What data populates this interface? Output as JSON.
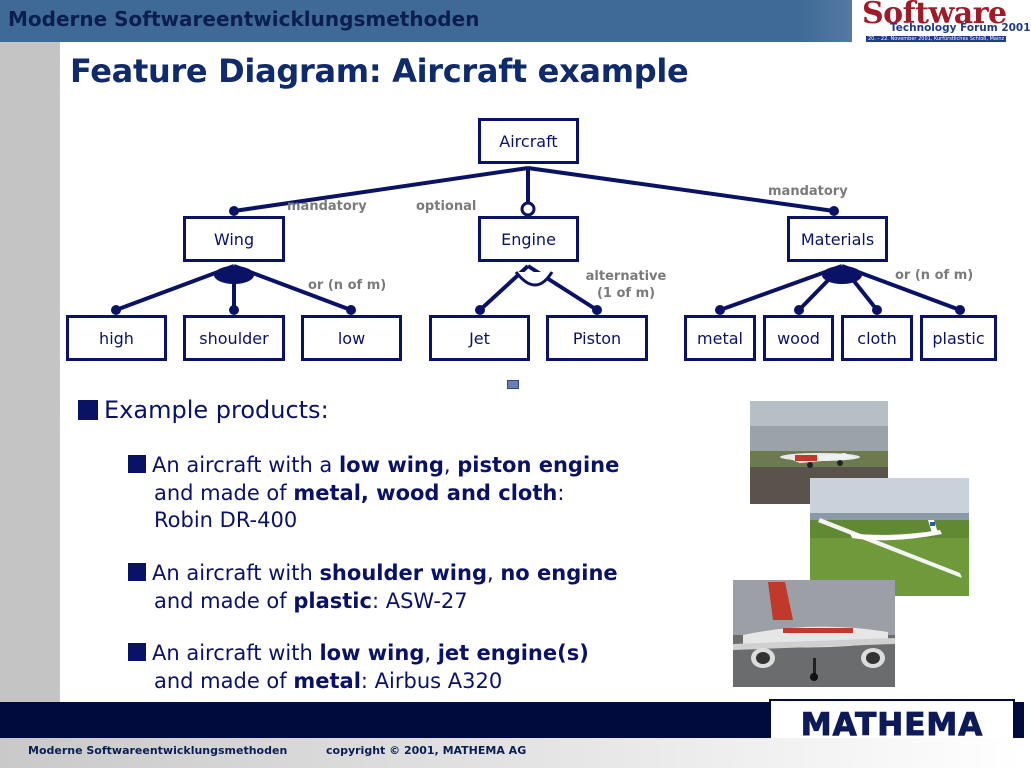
{
  "header": {
    "title": "Moderne Softwareentwicklungsmethoden"
  },
  "logo": {
    "main": "Software",
    "sub": "Technology Forum 2001",
    "tiny": "20. - 22. November 2001, Kurfürstliches Schloß, Mainz"
  },
  "slide": {
    "title": "Feature Diagram: Aircraft example"
  },
  "diagram": {
    "nodes": {
      "aircraft": "Aircraft",
      "wing": "Wing",
      "engine": "Engine",
      "materials": "Materials",
      "high": "high",
      "shoulder": "shoulder",
      "low": "low",
      "jet": "Jet",
      "piston": "Piston",
      "metal": "metal",
      "wood": "wood",
      "cloth": "cloth",
      "plastic": "plastic"
    },
    "labels": {
      "wing_mandatory": "mandatory",
      "engine_optional": "optional",
      "materials_mandatory": "mandatory",
      "wing_or": "or (n of m)",
      "engine_alt_1": "alternative",
      "engine_alt_2": "(1 of m)",
      "materials_or": "or (n of m)"
    }
  },
  "content": {
    "heading": "Example products:",
    "items": [
      {
        "l1_pre": "An aircraft with a ",
        "b1": "low wing",
        "sep": ", ",
        "b2": "piston engine",
        "l2_pre": "and made of ",
        "b3": "metal, wood and cloth",
        "l2_post": ":",
        "l3": "Robin DR-400"
      },
      {
        "l1_pre": "An aircraft with ",
        "b1": "shoulder wing",
        "sep": ", ",
        "b2": "no engine",
        "l2_pre": "and made of ",
        "b3": "plastic",
        "l2_post": ": ASW-27"
      },
      {
        "l1_pre": "An aircraft with ",
        "b1": "low wing",
        "sep": ", ",
        "b2": "jet engine(s)",
        "l2_pre": "and made of ",
        "b3": "metal",
        "l2_post": ": Airbus A320"
      }
    ]
  },
  "footer": {
    "left": "Moderne Softwareentwicklungsmethoden",
    "right": "copyright © 2001, MATHEMA AG"
  },
  "brand": {
    "mathema": "MATHEMA"
  },
  "colors": {
    "accent": "#0a1266",
    "header_bar": "#3f6a97",
    "bottom_bar": "#000b3d",
    "label_gray": "#7a7a7a"
  }
}
